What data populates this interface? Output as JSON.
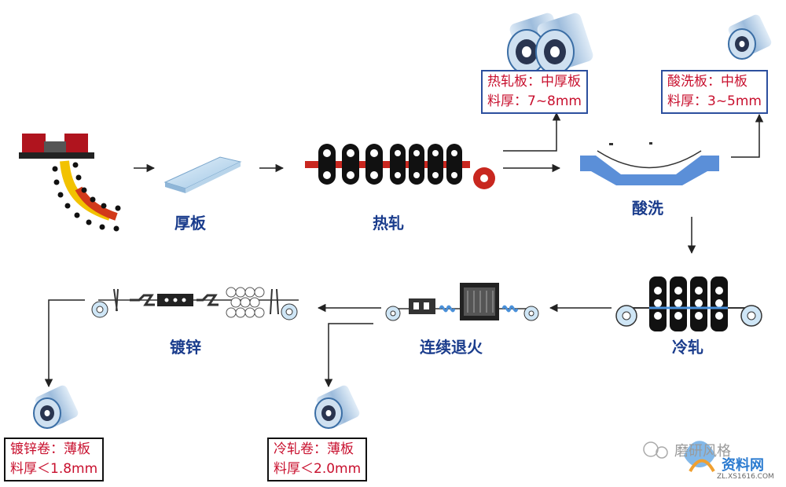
{
  "process_labels": {
    "plate": "厚板",
    "hot_rolling": "热轧",
    "pickling": "酸洗",
    "cold_rolling": "冷轧",
    "annealing": "连续退火",
    "galvanizing": "镀锌"
  },
  "product_boxes": {
    "hot_rolled": {
      "line1": "热轧板：中厚板",
      "line2": "料厚：7~8mm"
    },
    "pickled": {
      "line1": "酸洗板：中板",
      "line2": "料厚：3~5mm"
    },
    "cold_rolled": {
      "line1": "冷轧卷：薄板",
      "line2": "料厚＜2.0mm"
    },
    "galvanized": {
      "line1": "镀锌卷：薄板",
      "line2": "料厚＜1.8mm"
    }
  },
  "watermark": {
    "text": "磨研风格",
    "site": "资料网",
    "url": "ZL.XS1616.COM"
  },
  "colors": {
    "label_blue": "#1a3c8c",
    "box_red": "#c8102e",
    "steel_blue": "#4a90d9",
    "roll_black": "#111111"
  }
}
